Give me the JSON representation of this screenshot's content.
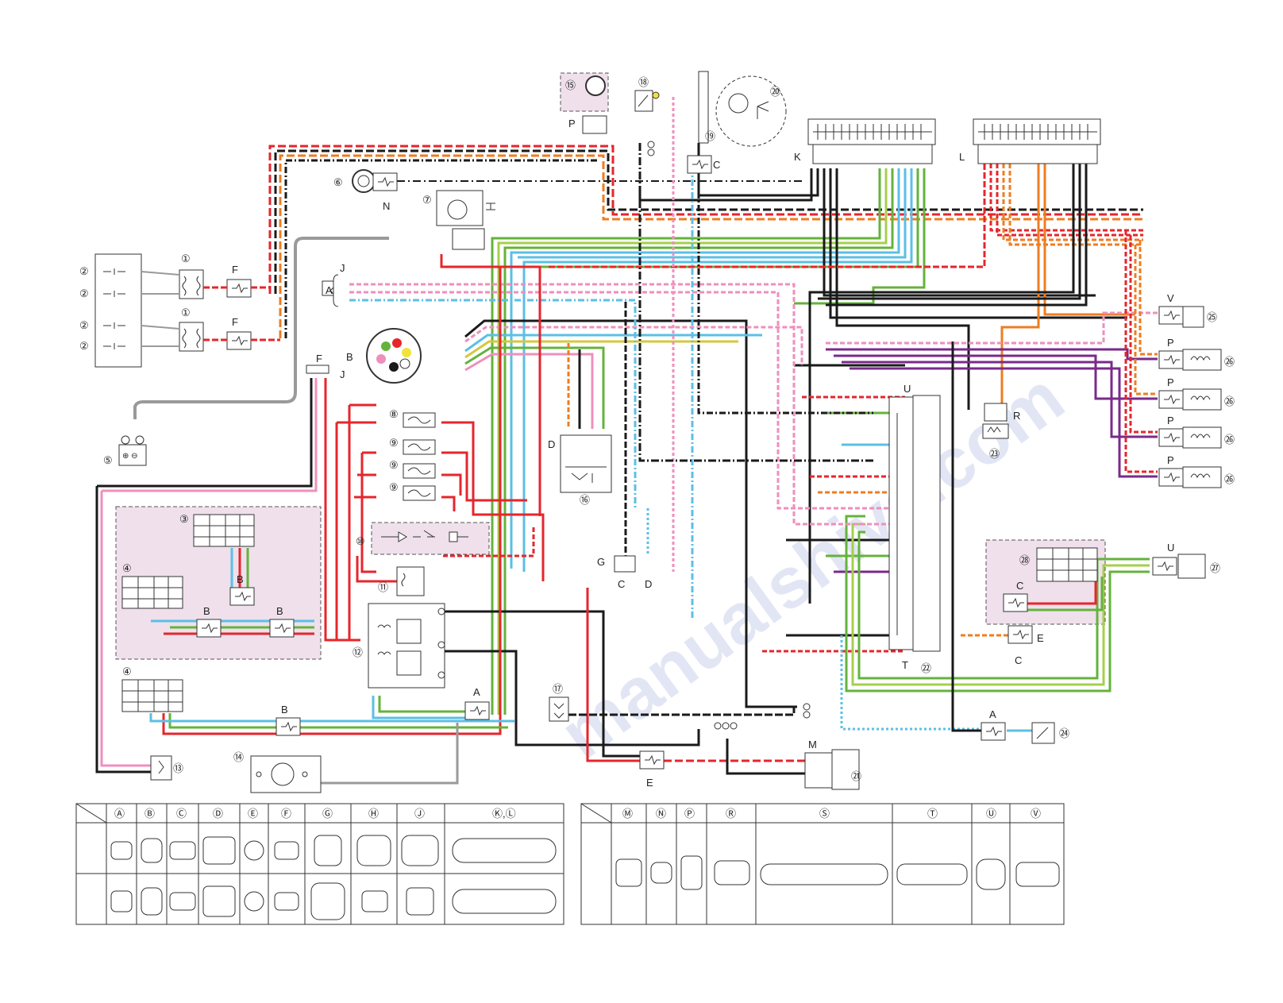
{
  "watermark": "manualshive.com",
  "component_numbers": [
    "①",
    "②",
    "③",
    "④",
    "⑤",
    "⑥",
    "⑦",
    "⑧",
    "⑨",
    "⑩",
    "⑪",
    "⑫",
    "⑬",
    "⑭",
    "⑮",
    "⑯",
    "⑰",
    "⑱",
    "⑲",
    "⑳",
    "㉑",
    "㉒",
    "㉓",
    "㉔",
    "㉕",
    "㉖",
    "㉗",
    "㉘"
  ],
  "connector_letters": [
    "A",
    "B",
    "C",
    "D",
    "E",
    "F",
    "G",
    "J",
    "K",
    "L",
    "M",
    "N",
    "P",
    "R",
    "S",
    "T",
    "U",
    "V"
  ],
  "legend_left": {
    "columns": [
      "Ⓐ",
      "Ⓑ",
      "Ⓒ",
      "Ⓓ",
      "Ⓔ",
      "Ⓕ",
      "Ⓖ",
      "Ⓗ",
      "Ⓙ",
      "Ⓚ,Ⓛ"
    ]
  },
  "legend_right": {
    "columns": [
      "Ⓜ",
      "Ⓝ",
      "Ⓟ",
      "Ⓡ",
      "Ⓢ",
      "Ⓣ",
      "Ⓤ",
      "Ⓥ"
    ]
  },
  "colors": {
    "red": "#e5262c",
    "black": "#1a1a1a",
    "green": "#64b33c",
    "light_green": "#a5cf4c",
    "sky_blue": "#5bbfe6",
    "pink": "#ef8fbd",
    "orange": "#ee7d22",
    "purple": "#7a2a8a",
    "gray": "#9a9a9a",
    "highlight": "#efe0ec"
  }
}
